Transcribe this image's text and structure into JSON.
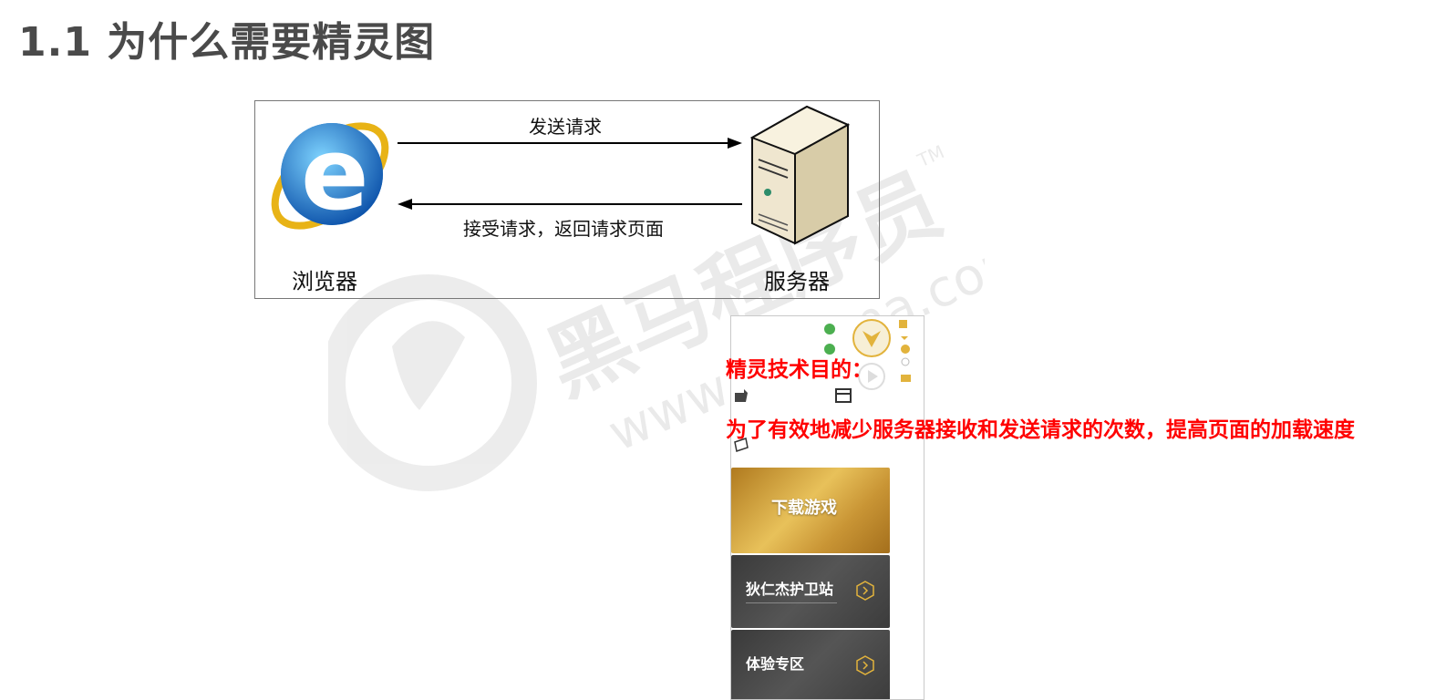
{
  "page": {
    "title": "1.1 为什么需要精灵图"
  },
  "diagram": {
    "request_label": "发送请求",
    "response_label": "接受请求，返回请求页面",
    "browser_label": "浏览器",
    "server_label": "服务器"
  },
  "watermark": {
    "brand": "黑马程序员",
    "trademark": "TM",
    "url": "www.itheima.com"
  },
  "sprite_sample": {
    "cards": [
      {
        "label": "下载游戏"
      },
      {
        "label": "狄仁杰护卫站"
      },
      {
        "label": "体验专区"
      }
    ]
  },
  "notes": {
    "purpose_heading": "精灵技术目的：",
    "purpose_text": "为了有效地减少服务器接收和发送请求的次数，提高页面的加载速度"
  },
  "colors": {
    "title": "#4a4a4a",
    "highlight": "#ff0000",
    "gold": "#e2b33c"
  }
}
